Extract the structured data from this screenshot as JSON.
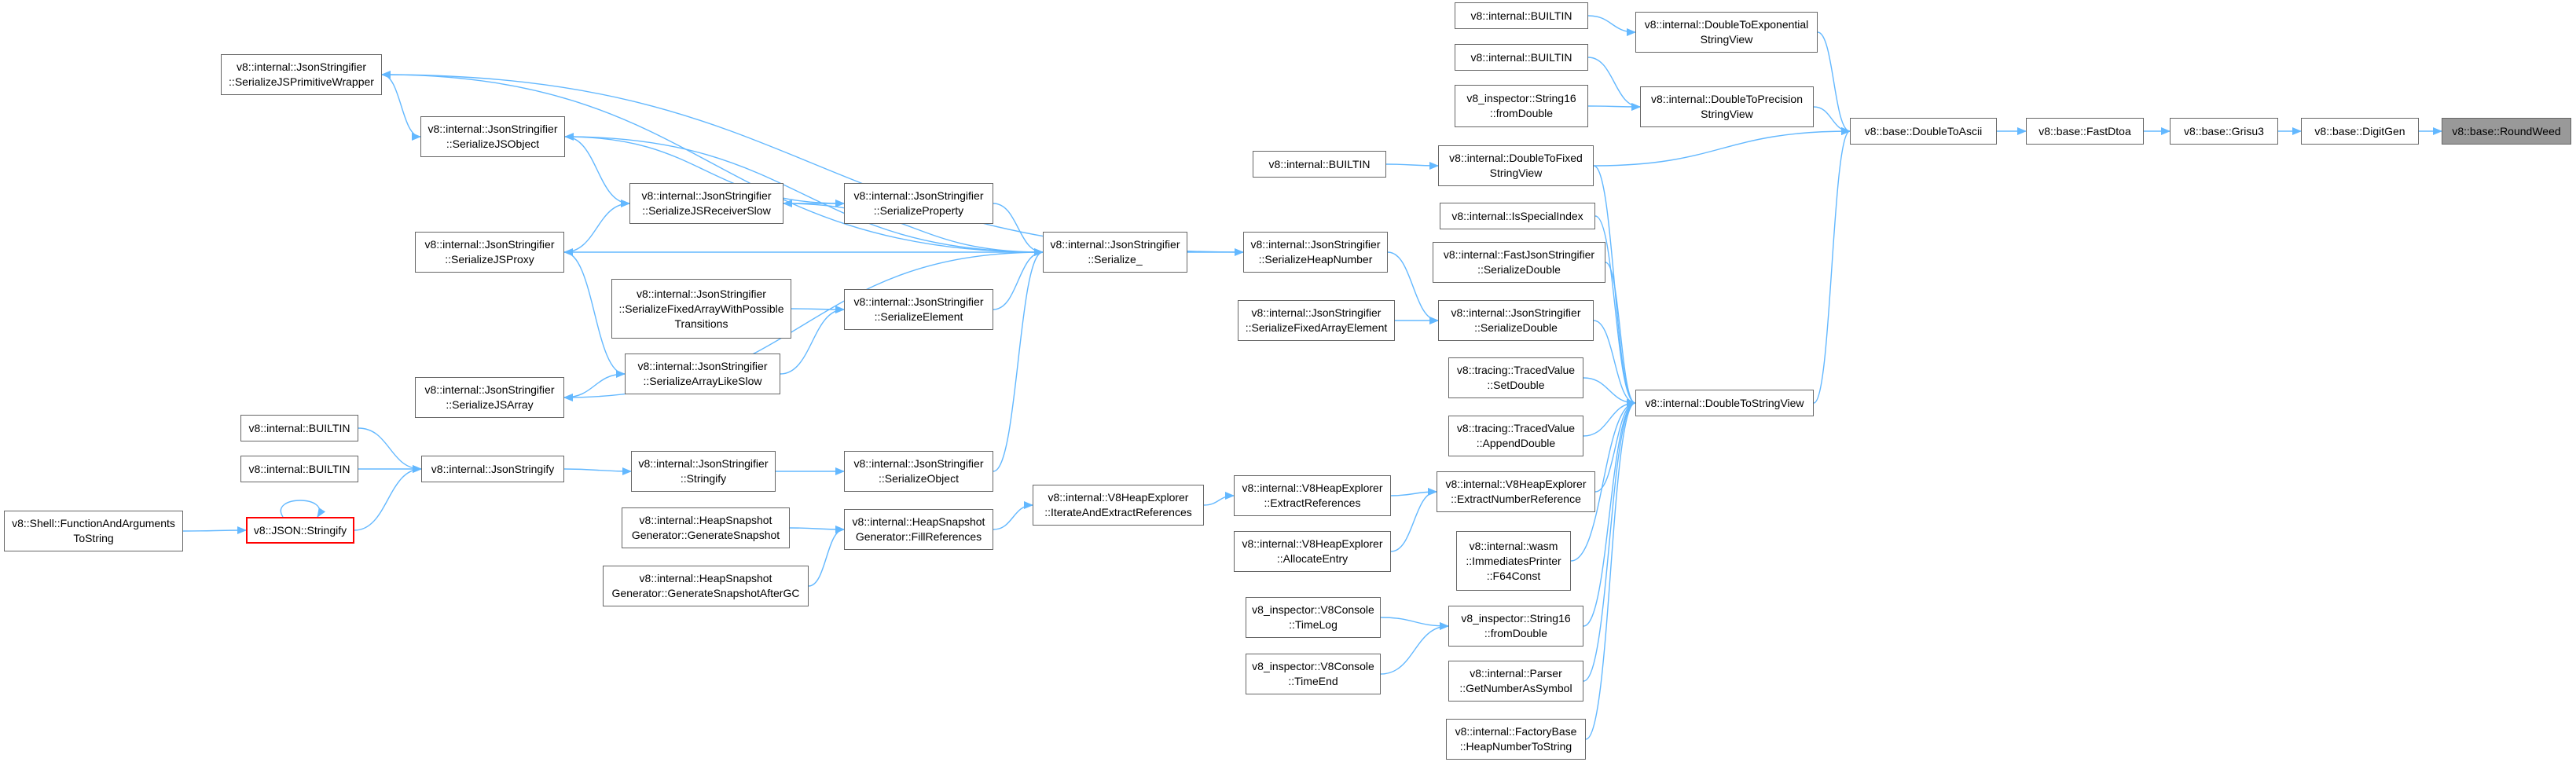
{
  "graph": {
    "edge_color": "#63b8ff",
    "nodes": [
      {
        "id": "roundweed",
        "label": "v8::base::RoundWeed",
        "root": true
      },
      {
        "id": "digitgen",
        "label": "v8::base::DigitGen"
      },
      {
        "id": "grisu3",
        "label": "v8::base::Grisu3"
      },
      {
        "id": "fastdtoa",
        "label": "v8::base::FastDtoa"
      },
      {
        "id": "doubletoascii",
        "label": "v8::base::DoubleToAscii"
      },
      {
        "id": "toexp",
        "label": "v8::internal::DoubleToExponential\nStringView"
      },
      {
        "id": "builtin1",
        "label": "v8::internal::BUILTIN"
      },
      {
        "id": "toprec",
        "label": "v8::internal::DoubleToPrecision\nStringView"
      },
      {
        "id": "builtin2",
        "label": "v8::internal::BUILTIN"
      },
      {
        "id": "string16a",
        "label": "v8_inspector::String16\n::fromDouble"
      },
      {
        "id": "tofixed",
        "label": "v8::internal::DoubleToFixed\nStringView"
      },
      {
        "id": "builtin3",
        "label": "v8::internal::BUILTIN"
      },
      {
        "id": "tostringview",
        "label": "v8::internal::DoubleToStringView"
      },
      {
        "id": "isspecial",
        "label": "v8::internal::IsSpecialIndex"
      },
      {
        "id": "fastserdouble",
        "label": "v8::internal::FastJsonStringifier\n::SerializeDouble"
      },
      {
        "id": "serdouble",
        "label": "v8::internal::JsonStringifier\n::SerializeDouble"
      },
      {
        "id": "setdouble",
        "label": "v8::tracing::TracedValue\n::SetDouble"
      },
      {
        "id": "appenddouble",
        "label": "v8::tracing::TracedValue\n::AppendDouble"
      },
      {
        "id": "extractnum",
        "label": "v8::internal::V8HeapExplorer\n::ExtractNumberReference"
      },
      {
        "id": "f64const",
        "label": "v8::internal::wasm\n::ImmediatesPrinter\n::F64Const"
      },
      {
        "id": "string16b",
        "label": "v8_inspector::String16\n::fromDouble"
      },
      {
        "id": "getnumsym",
        "label": "v8::internal::Parser\n::GetNumberAsSymbol"
      },
      {
        "id": "heapnumtostr",
        "label": "v8::internal::FactoryBase\n::HeapNumberToString"
      },
      {
        "id": "serheapnum",
        "label": "v8::internal::JsonStringifier\n::SerializeHeapNumber"
      },
      {
        "id": "serfixedarrel",
        "label": "v8::internal::JsonStringifier\n::SerializeFixedArrayElement"
      },
      {
        "id": "serialize",
        "label": "v8::internal::JsonStringifier\n::Serialize_"
      },
      {
        "id": "serprimwrap",
        "label": "v8::internal::JsonStringifier\n::SerializeJSPrimitiveWrapper"
      },
      {
        "id": "serjsobject",
        "label": "v8::internal::JsonStringifier\n::SerializeJSObject"
      },
      {
        "id": "serrecvslow",
        "label": "v8::internal::JsonStringifier\n::SerializeJSReceiverSlow"
      },
      {
        "id": "serproperty",
        "label": "v8::internal::JsonStringifier\n::SerializeProperty"
      },
      {
        "id": "serjsproxy",
        "label": "v8::internal::JsonStringifier\n::SerializeJSProxy"
      },
      {
        "id": "serfixedtrans",
        "label": "v8::internal::JsonStringifier\n::SerializeFixedArrayWithPossible\nTransitions"
      },
      {
        "id": "serelement",
        "label": "v8::internal::JsonStringifier\n::SerializeElement"
      },
      {
        "id": "serarrlikeslow",
        "label": "v8::internal::JsonStringifier\n::SerializeArrayLikeSlow"
      },
      {
        "id": "serjsarray",
        "label": "v8::internal::JsonStringifier\n::SerializeJSArray"
      },
      {
        "id": "builtin4",
        "label": "v8::internal::BUILTIN"
      },
      {
        "id": "builtin5",
        "label": "v8::internal::BUILTIN"
      },
      {
        "id": "jsonstringify",
        "label": "v8::internal::JsonStringify"
      },
      {
        "id": "stringifyM",
        "label": "v8::internal::JsonStringifier\n::Stringify"
      },
      {
        "id": "serobject",
        "label": "v8::internal::JsonStringifier\n::SerializeObject"
      },
      {
        "id": "shellfunc",
        "label": "v8::Shell::FunctionAndArguments\nToString"
      },
      {
        "id": "jsonstringifyR",
        "label": "v8::JSON::Stringify",
        "highlight": true
      },
      {
        "id": "gensnap",
        "label": "v8::internal::HeapSnapshot\nGenerator::GenerateSnapshot"
      },
      {
        "id": "gensnapgc",
        "label": "v8::internal::HeapSnapshot\nGenerator::GenerateSnapshotAfterGC"
      },
      {
        "id": "fillrefs",
        "label": "v8::internal::HeapSnapshot\nGenerator::FillReferences"
      },
      {
        "id": "iterextract",
        "label": "v8::internal::V8HeapExplorer\n::IterateAndExtractReferences"
      },
      {
        "id": "extractrefs",
        "label": "v8::internal::V8HeapExplorer\n::ExtractReferences"
      },
      {
        "id": "allocentry",
        "label": "v8::internal::V8HeapExplorer\n::AllocateEntry"
      },
      {
        "id": "timelog",
        "label": "v8_inspector::V8Console\n::TimeLog"
      },
      {
        "id": "timeend",
        "label": "v8_inspector::V8Console\n::TimeEnd"
      }
    ],
    "edges": [
      [
        "digitgen",
        "roundweed"
      ],
      [
        "grisu3",
        "digitgen"
      ],
      [
        "fastdtoa",
        "grisu3"
      ],
      [
        "doubletoascii",
        "fastdtoa"
      ],
      [
        "toexp",
        "doubletoascii"
      ],
      [
        "toprec",
        "doubletoascii"
      ],
      [
        "tofixed",
        "doubletoascii"
      ],
      [
        "tostringview",
        "doubletoascii"
      ],
      [
        "builtin1",
        "toexp"
      ],
      [
        "builtin2",
        "toprec"
      ],
      [
        "string16a",
        "toprec"
      ],
      [
        "builtin3",
        "tofixed"
      ],
      [
        "tofixed",
        "tostringview"
      ],
      [
        "isspecial",
        "tostringview"
      ],
      [
        "fastserdouble",
        "tostringview"
      ],
      [
        "serdouble",
        "tostringview"
      ],
      [
        "setdouble",
        "tostringview"
      ],
      [
        "appenddouble",
        "tostringview"
      ],
      [
        "extractnum",
        "tostringview"
      ],
      [
        "f64const",
        "tostringview"
      ],
      [
        "string16b",
        "tostringview"
      ],
      [
        "getnumsym",
        "tostringview"
      ],
      [
        "heapnumtostr",
        "tostringview"
      ],
      [
        "serheapnum",
        "serdouble"
      ],
      [
        "serfixedarrel",
        "serdouble"
      ],
      [
        "serialize",
        "serheapnum"
      ],
      [
        "serialize",
        "serprimwrap"
      ],
      [
        "serialize",
        "serjsobject"
      ],
      [
        "serialize",
        "serrecvslow"
      ],
      [
        "serialize",
        "serjsproxy"
      ],
      [
        "serialize",
        "serjsarray"
      ],
      [
        "serheapnum",
        "serprimwrap"
      ],
      [
        "serprimwrap",
        "serjsobject"
      ],
      [
        "serjsobject",
        "serrecvslow"
      ],
      [
        "serjsobject",
        "serproperty"
      ],
      [
        "serrecvslow",
        "serproperty"
      ],
      [
        "serjsproxy",
        "serrecvslow"
      ],
      [
        "serjsproxy",
        "serarrlikeslow"
      ],
      [
        "serproperty",
        "serialize"
      ],
      [
        "serelement",
        "serialize"
      ],
      [
        "serobject",
        "serialize"
      ],
      [
        "serfixedtrans",
        "serelement"
      ],
      [
        "serarrlikeslow",
        "serelement"
      ],
      [
        "serarrlikeslow",
        "serjsarray"
      ],
      [
        "builtin4",
        "jsonstringify"
      ],
      [
        "builtin5",
        "jsonstringify"
      ],
      [
        "jsonstringifyR",
        "jsonstringify"
      ],
      [
        "jsonstringifyR",
        "jsonstringifyR"
      ],
      [
        "jsonstringify",
        "stringifyM"
      ],
      [
        "stringifyM",
        "serobject"
      ],
      [
        "shellfunc",
        "jsonstringifyR"
      ],
      [
        "gensnap",
        "fillrefs"
      ],
      [
        "gensnapgc",
        "fillrefs"
      ],
      [
        "fillrefs",
        "iterextract"
      ],
      [
        "iterextract",
        "extractrefs"
      ],
      [
        "extractrefs",
        "extractnum"
      ],
      [
        "allocentry",
        "extractnum"
      ],
      [
        "timelog",
        "string16b"
      ],
      [
        "timeend",
        "string16b"
      ]
    ]
  }
}
